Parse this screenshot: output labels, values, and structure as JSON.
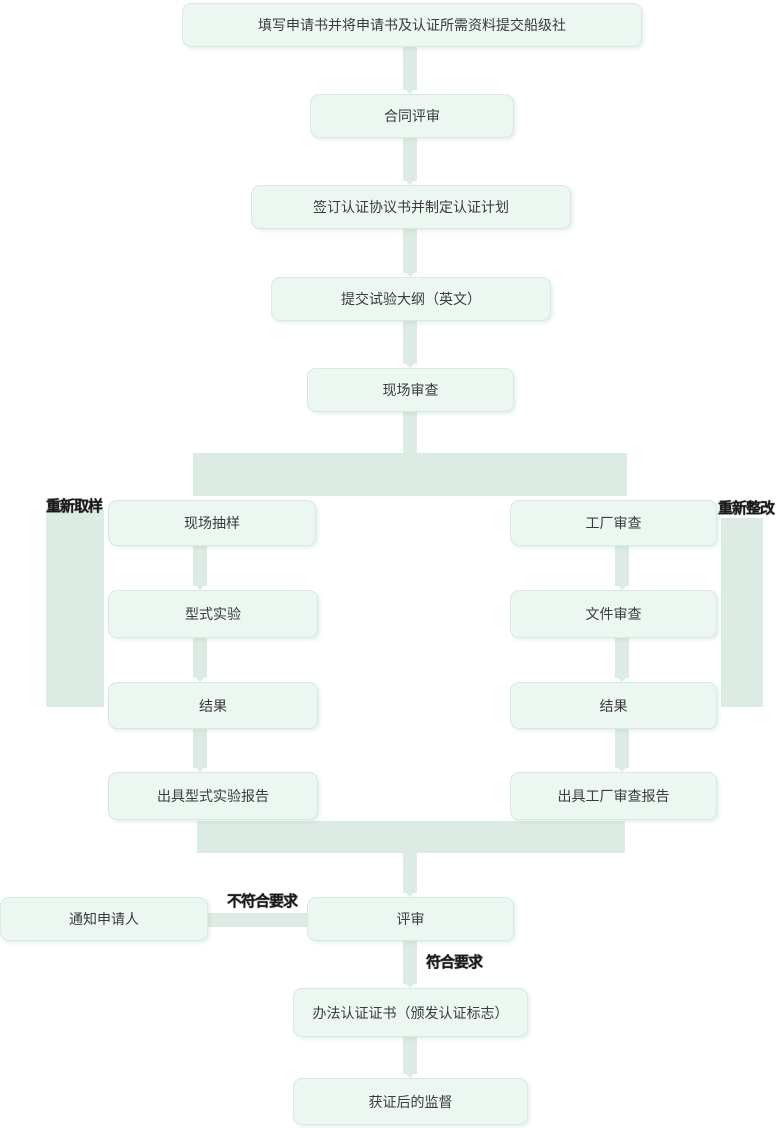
{
  "diagram": {
    "type": "flowchart",
    "language": "zh-CN",
    "description": "certification-process-flowchart"
  },
  "nodes": [
    {
      "id": "apply",
      "label": "填写申请书并将申请书及认证所需资料提交船级社"
    },
    {
      "id": "contract-review",
      "label": "合同评审"
    },
    {
      "id": "agreement",
      "label": "签订认证协议书并制定认证计划"
    },
    {
      "id": "test-outline",
      "label": "提交试验大纲（英文）"
    },
    {
      "id": "onsite-review",
      "label": "现场审查"
    },
    {
      "id": "onsite-sampling",
      "label": "现场抽样"
    },
    {
      "id": "type-test",
      "label": "型式实验"
    },
    {
      "id": "result-left",
      "label": "结果"
    },
    {
      "id": "type-test-report",
      "label": "出具型式实验报告"
    },
    {
      "id": "factory-audit",
      "label": "工厂审查"
    },
    {
      "id": "document-review",
      "label": "文件审查"
    },
    {
      "id": "result-right",
      "label": "结果"
    },
    {
      "id": "factory-audit-report",
      "label": "出具工厂审查报告"
    },
    {
      "id": "notify-applicant",
      "label": "通知申请人"
    },
    {
      "id": "review",
      "label": "评审"
    },
    {
      "id": "certificate",
      "label": "办法认证证书（颁发认证标志）"
    },
    {
      "id": "supervision",
      "label": "获证后的监督"
    }
  ],
  "edge_labels": [
    {
      "id": "resample",
      "text": "重新取样"
    },
    {
      "id": "rectify",
      "text": "重新整改"
    },
    {
      "id": "not-conform",
      "text": "不符合要求"
    },
    {
      "id": "conform",
      "text": "符合要求"
    }
  ],
  "colors": {
    "node_fill": "#edf7f2",
    "node_border": "#d7e9e0",
    "connector": "#dcebe3",
    "node_text": "#3a3a3a",
    "edge_label_text": "#1a1a1a",
    "background": "#ffffff"
  }
}
